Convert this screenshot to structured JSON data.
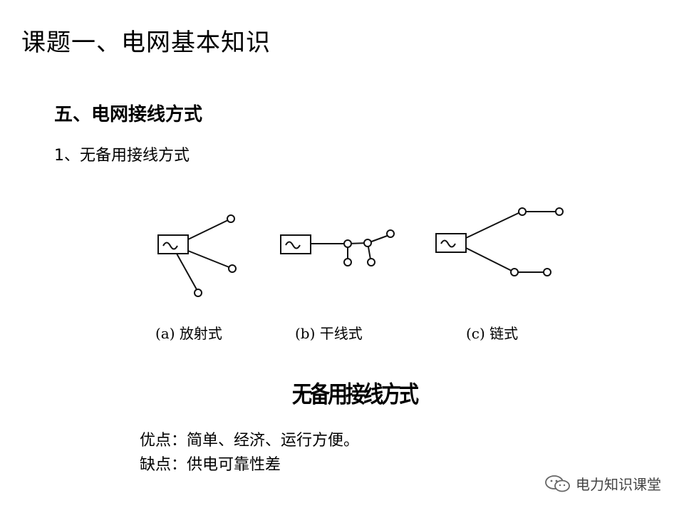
{
  "slide": {
    "title": "课题一、电网基本知识",
    "section_heading": "五、电网接线方式",
    "sub_heading": "1、无备用接线方式"
  },
  "diagram": {
    "captions": {
      "a": "(a) 放射式",
      "b": "(b) 干线式",
      "c": "(c) 链式"
    },
    "figure_title": "无备用接线方式",
    "generator_symbol": "~"
  },
  "notes": {
    "pros": "优点：简单、经济、运行方便。",
    "cons": "缺点：供电可靠性差"
  },
  "watermark": {
    "text": "电力知识课堂",
    "icon": "wechat-icon"
  }
}
